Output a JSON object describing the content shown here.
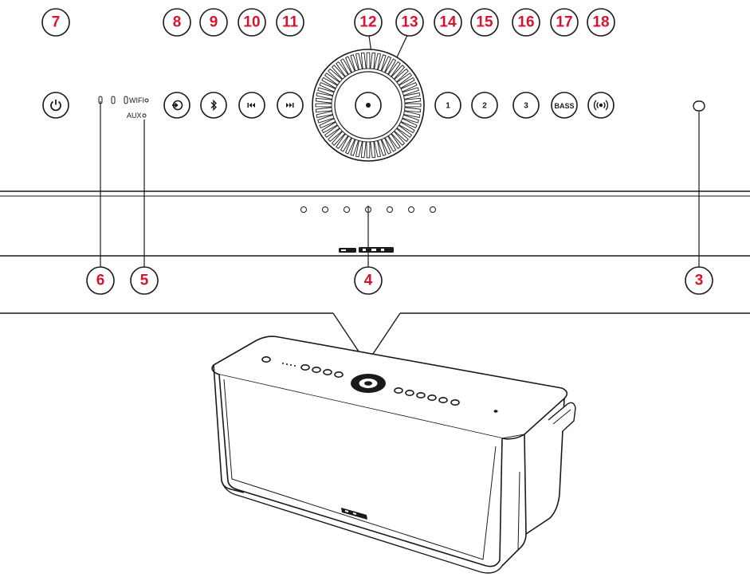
{
  "callouts": [
    "7",
    "8",
    "9",
    "10",
    "11",
    "12",
    "13",
    "14",
    "15",
    "16",
    "17",
    "18",
    "6",
    "5",
    "4",
    "3"
  ],
  "buttons": {
    "preset_1": "1",
    "preset_2": "2",
    "preset_3": "3",
    "bass": "BASS"
  },
  "indicators": {
    "wifi": "WIFI",
    "aux": "AUX"
  },
  "colors": {
    "callout_number": "#d7142b",
    "line_art": "#1a1a1a",
    "background": "#ffffff"
  },
  "icons": {
    "power": "power-icon",
    "source": "source-input-icon",
    "bluetooth": "bluetooth-icon",
    "previous": "previous-track-icon",
    "next": "next-track-icon",
    "volume_dial": "volume-dial-icon",
    "multiroom": "multiroom-broadcast-icon",
    "logo": "teufel-logo"
  }
}
